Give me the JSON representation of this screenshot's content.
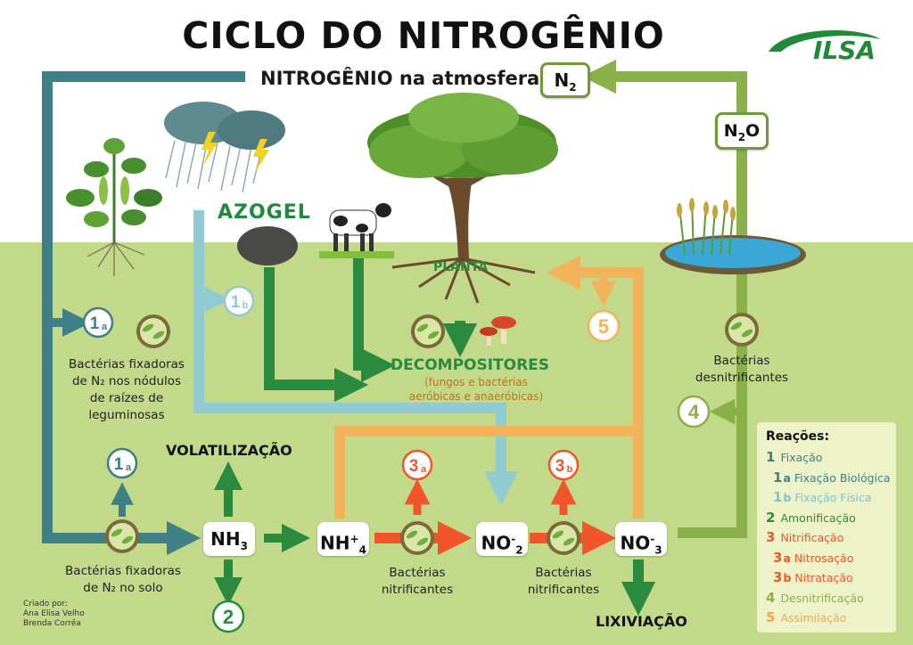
{
  "title": "CICLO DO NITROGÊNIO",
  "subtitle": "NITROGÊNIO na atmosfera",
  "brand": "ILSA",
  "azogel": "AZOGEL",
  "compounds": {
    "n2": {
      "base": "N",
      "sub": "2"
    },
    "n2o": {
      "base": "N",
      "sub": "2",
      "tail": "O"
    },
    "nh3": {
      "base": "NH",
      "sub": "3"
    },
    "nh4": {
      "base": "NH",
      "sub": "4",
      "sup": "+"
    },
    "no2": {
      "base": "NO",
      "sub": "2",
      "sup": "-"
    },
    "no3": {
      "base": "NO",
      "sub": "3",
      "sup": "-"
    }
  },
  "labels": {
    "planta": "PLANTA",
    "decompositores": "DECOMPOSITORES",
    "decompositores_sub1": "(fungos e bactérias",
    "decompositores_sub2": "aeróbicas e anaeróbicas)",
    "volatilizacao": "VOLATILIZAÇÃO",
    "lixiviacao": "LIXIVIAÇÃO",
    "fixadoras_nodulos_1": "Bactérias fixadoras",
    "fixadoras_nodulos_2": "de N₂ nos nódulos",
    "fixadoras_nodulos_3": "de raízes de",
    "fixadoras_nodulos_4": "leguminosas",
    "fixadoras_solo_1": "Bactérias fixadoras",
    "fixadoras_solo_2": "de N₂ no solo",
    "nitrificantes_1a": "Bactérias",
    "nitrificantes_1b": "nitrificantes",
    "nitrificantes_2a": "Bactérias",
    "nitrificantes_2b": "nitrificantes",
    "desnitrificantes_1": "Bactérias",
    "desnitrificantes_2": "desnitrificantes"
  },
  "badges": {
    "b1a_top": {
      "num": "1",
      "sub": "a"
    },
    "b1b": {
      "num": "1",
      "sub": "b"
    },
    "b1a_bottom": {
      "num": "1",
      "sub": "a"
    },
    "b2": {
      "num": "2"
    },
    "b3a": {
      "num": "3",
      "sub": "a"
    },
    "b3b": {
      "num": "3",
      "sub": "b"
    },
    "b4": {
      "num": "4"
    },
    "b5": {
      "num": "5"
    }
  },
  "legend": {
    "title": "Reações:",
    "items": [
      {
        "num": "1",
        "sub": "",
        "text": "Fixação",
        "color": "#3f7f86"
      },
      {
        "num": "1",
        "sub": "a",
        "text": "Fixação Biológica",
        "color": "#3f7f86"
      },
      {
        "num": "1",
        "sub": "b",
        "text": "Fixação Física",
        "color": "#7fc4c9"
      },
      {
        "num": "2",
        "sub": "",
        "text": "Amonificação",
        "color": "#2a8a3e"
      },
      {
        "num": "3",
        "sub": "",
        "text": "Nitrificação",
        "color": "#f0562a"
      },
      {
        "num": "3",
        "sub": "a",
        "text": "Nitrosação",
        "color": "#f0562a"
      },
      {
        "num": "3",
        "sub": "b",
        "text": "Nitratação",
        "color": "#f0562a"
      },
      {
        "num": "4",
        "sub": "",
        "text": "Desnitrificação",
        "color": "#8ab04a"
      },
      {
        "num": "5",
        "sub": "",
        "text": "Assimilação",
        "color": "#f0a94a"
      }
    ]
  },
  "credit": {
    "line1": "Criado por:",
    "line2": "Ana Elisa Velho",
    "line3": "Brenda Corrêa"
  },
  "colors": {
    "fixation": "#3f7f86",
    "physical": "#7fc4c9",
    "ammonification": "#2a8a3e",
    "nitrification": "#f0562a",
    "denitrification": "#8ab04a",
    "assimilation": "#f0a94a",
    "soil": "#c3d98a",
    "sky": "#ffffff"
  }
}
